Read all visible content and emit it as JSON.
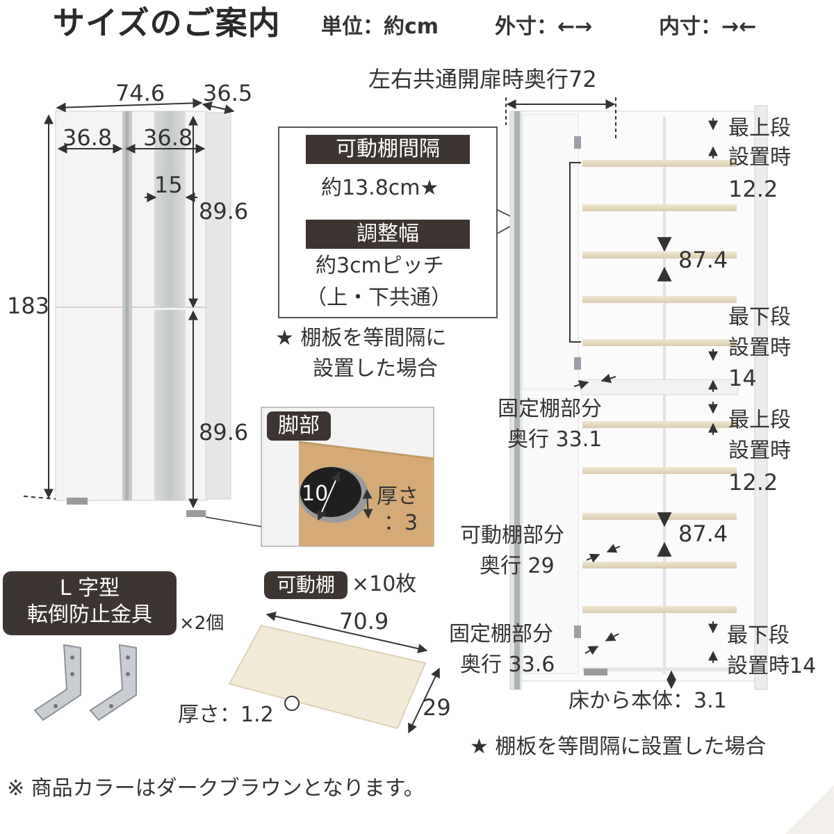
{
  "header": {
    "title": "サイズのご案内",
    "units": "単位：約cm",
    "outer": "外寸：←→",
    "inner": "内寸：→←"
  },
  "front": {
    "width": "74.6",
    "depth": "36.5",
    "door_left": "36.8",
    "door_right": "36.8",
    "handle": "15",
    "upper": "89.6",
    "lower": "89.6",
    "height": "183"
  },
  "info": {
    "pitch_title": "可動棚間隔",
    "pitch_value": "約13.8cm★",
    "adjust_title": "調整幅",
    "adjust_value": "約3cmピッチ",
    "adjust_note": "（上・下共通）",
    "star_note_1": "★ 棚板を等間隔に",
    "star_note_2": "設置した場合"
  },
  "leg": {
    "title": "脚部",
    "diameter": "10",
    "thickness_1": "厚さ",
    "thickness_2": "：3"
  },
  "bracket": {
    "title_1": "L 字型",
    "title_2": "転倒防止金具",
    "count": "×2個"
  },
  "shelf": {
    "tag": "可動棚",
    "count": "×10枚",
    "width": "70.9",
    "depth": "29",
    "thickness": "厚さ：1.2"
  },
  "open": {
    "open_depth": "左右共通開扉時奥行72",
    "top_first_1": "最上段",
    "top_first_2": "設置時",
    "top_first_val": "12.2",
    "upper_inner": "87.4",
    "top_last_1": "最下段",
    "top_last_2": "設置時",
    "top_last_val": "14",
    "fixed_upper_1": "固定棚部分",
    "fixed_upper_2": "奥行 33.1",
    "bot_first_1": "最上段",
    "bot_first_2": "設置時",
    "bot_first_val": "12.2",
    "lower_inner": "87.4",
    "movable_1": "可動棚部分",
    "movable_2": "奥行 29",
    "fixed_lower_1": "固定棚部分",
    "fixed_lower_2": "奥行 33.6",
    "bot_last_1": "最下段",
    "bot_last_2": "設置時14",
    "floor": "床から本体：3.1"
  },
  "footer": {
    "star_note": "★ 棚板を等間隔に設置した場合",
    "color_note": "※ 商品カラーはダークブラウンとなります。"
  }
}
